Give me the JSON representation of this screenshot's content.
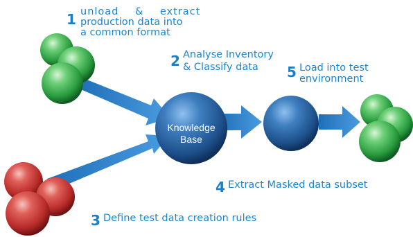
{
  "steps": {
    "s1": {
      "number": "1",
      "line1": "unload & extract",
      "line2": "production data into",
      "line3": "a common format"
    },
    "s2": {
      "number": "2",
      "line1": "Analyse Inventory",
      "line2": "& Classify data"
    },
    "s3": {
      "number": "3",
      "text": "Define test data creation rules"
    },
    "s4": {
      "number": "4",
      "text": "Extract Masked data subset"
    },
    "s5": {
      "number": "5",
      "line1": "Load into test",
      "line2": "environment"
    }
  },
  "knowledge_base": {
    "line1": "Knowledge",
    "line2": "Base"
  },
  "colors": {
    "text": "#1a86cf",
    "arrow": "#3d8fd2",
    "sphere_blue": "#1f5f9e",
    "sphere_green": "#2ea844",
    "sphere_red": "#c8322e"
  }
}
